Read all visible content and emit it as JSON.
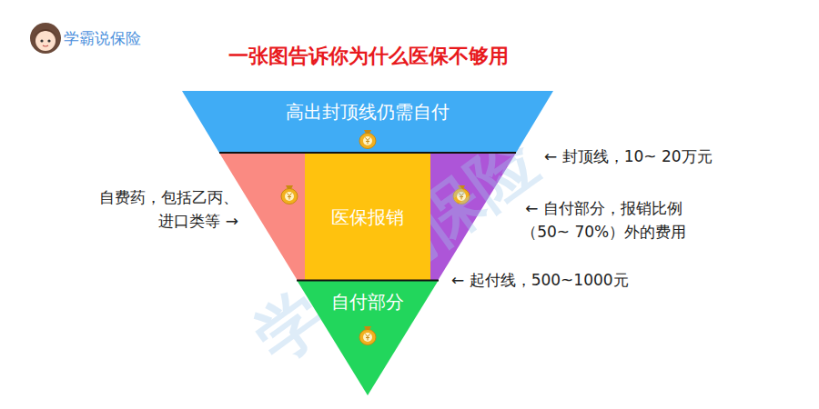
{
  "diagram": {
    "title": "一张图告诉你为什么医保不够用",
    "nodes": [
      {
        "text": [
          "高出封顶线仍需自付"
        ]
      },
      {
        "text": [
          "医保报销"
        ]
      },
      {
        "text": [
          "自付部分"
        ]
      }
    ],
    "labels": [
      "学霸说保险",
      "自费药，包括乙丙、 进口类等 →",
      "← 封顶线，10~ 20万元",
      "← 自付部分，报销比例 （50~ 70%）外的费用",
      "← 起付线，500~1000元",
      "学霸说保险"
    ]
  }
}
